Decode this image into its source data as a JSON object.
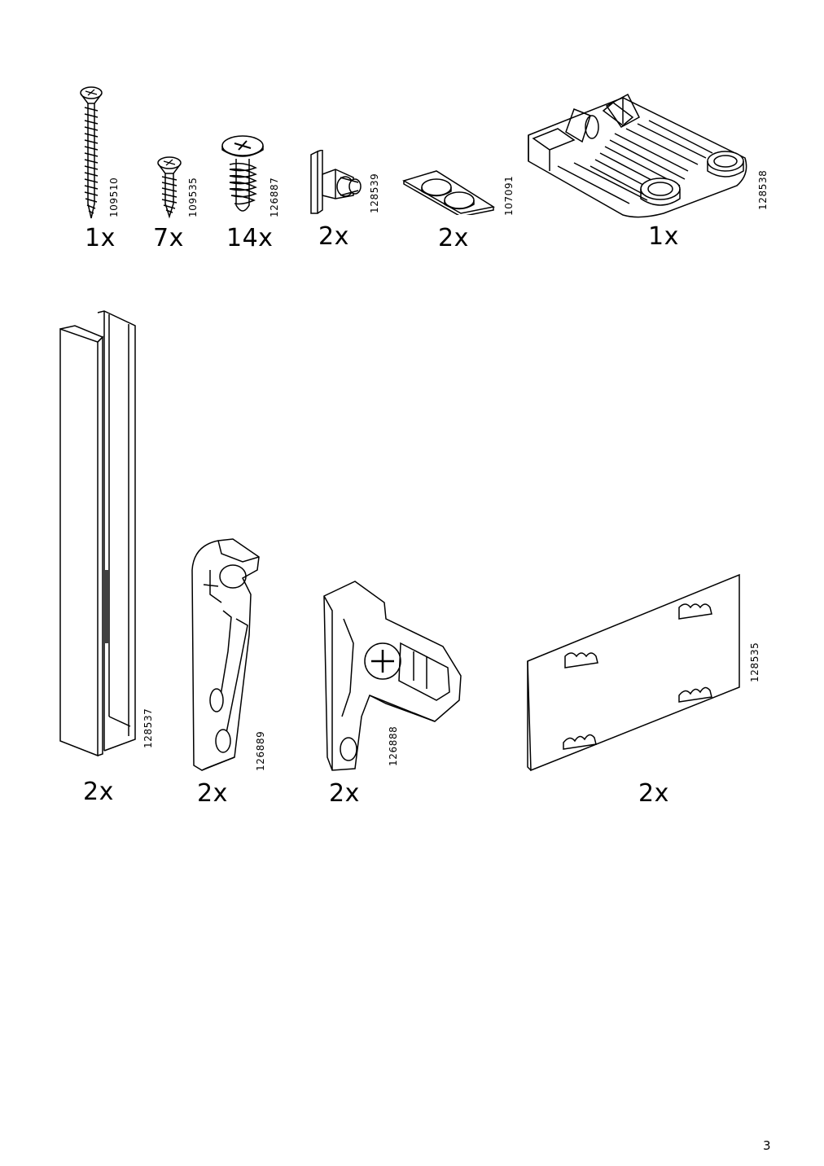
{
  "page": {
    "number": "3"
  },
  "parts": [
    {
      "id": "109510",
      "qty": "1x",
      "icon": "long-screw-icon"
    },
    {
      "id": "109535",
      "qty": "7x",
      "icon": "short-screw-icon"
    },
    {
      "id": "126887",
      "qty": "14x",
      "icon": "euro-screw-icon"
    },
    {
      "id": "128539",
      "qty": "2x",
      "icon": "bracket-pin-icon"
    },
    {
      "id": "107091",
      "qty": "2x",
      "icon": "bumper-pads-icon"
    },
    {
      "id": "128538",
      "qty": "1x",
      "icon": "tray-icon"
    },
    {
      "id": "128537",
      "qty": "2x",
      "icon": "rail-channel-icon"
    },
    {
      "id": "126889",
      "qty": "2x",
      "icon": "clip-bracket-icon"
    },
    {
      "id": "126888",
      "qty": "2x",
      "icon": "cam-bracket-icon"
    },
    {
      "id": "128535",
      "qty": "2x",
      "icon": "clip-plate-icon"
    }
  ]
}
